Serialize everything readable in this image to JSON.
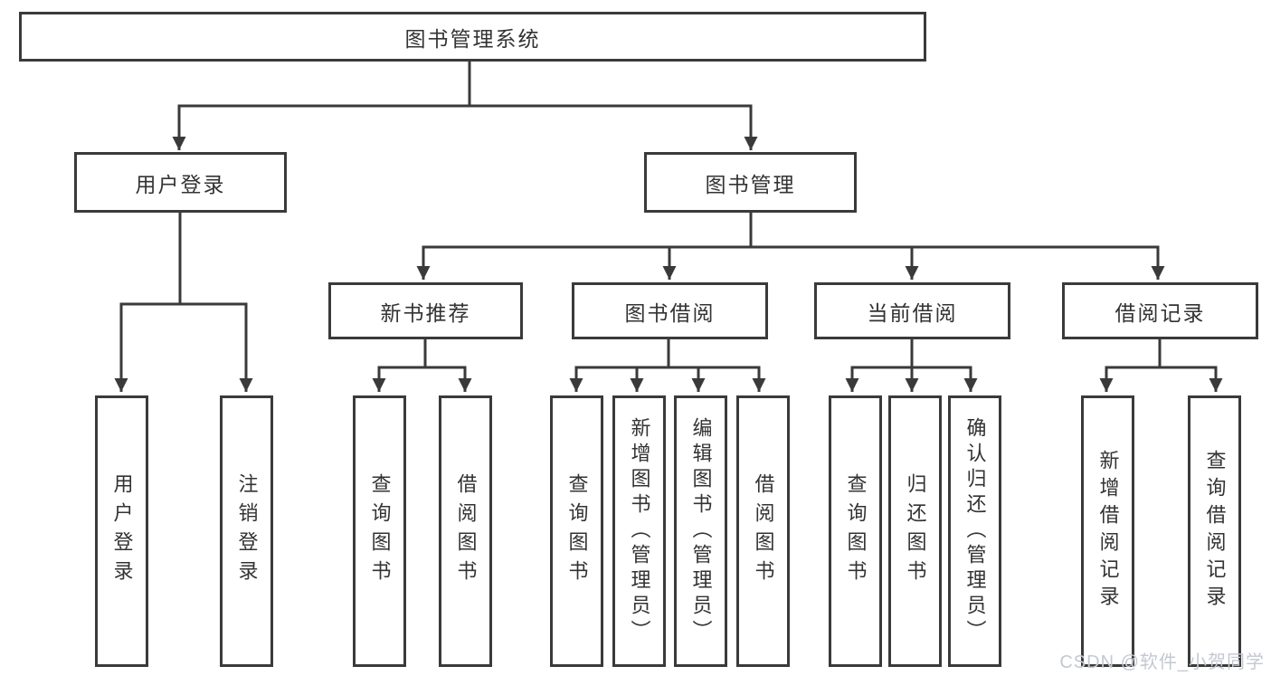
{
  "nodes": {
    "root": "图书管理系统",
    "level2": [
      "用户登录",
      "图书管理"
    ],
    "level3": [
      "新书推荐",
      "图书借阅",
      "当前借阅",
      "借阅记录"
    ],
    "login_children": [
      "用户登录",
      "注销登录"
    ],
    "new_book_children": [
      "查询图书",
      "借阅图书"
    ],
    "book_borrow_children": [
      "查询图书",
      "新增图书（管理员）",
      "编辑图书（管理员）",
      "借阅图书"
    ],
    "current_borrow_children": [
      "查询图书",
      "归还图书",
      "确认归还（管理员）"
    ],
    "borrow_record_children": [
      "新增借阅记录",
      "查询借阅记录"
    ]
  },
  "watermark": "CSDN @软件_小贺同学",
  "colors": {
    "line": "#3a3a3a",
    "box_fill": "#ffffff",
    "text": "#333333",
    "watermark": "#c3c8d2"
  }
}
